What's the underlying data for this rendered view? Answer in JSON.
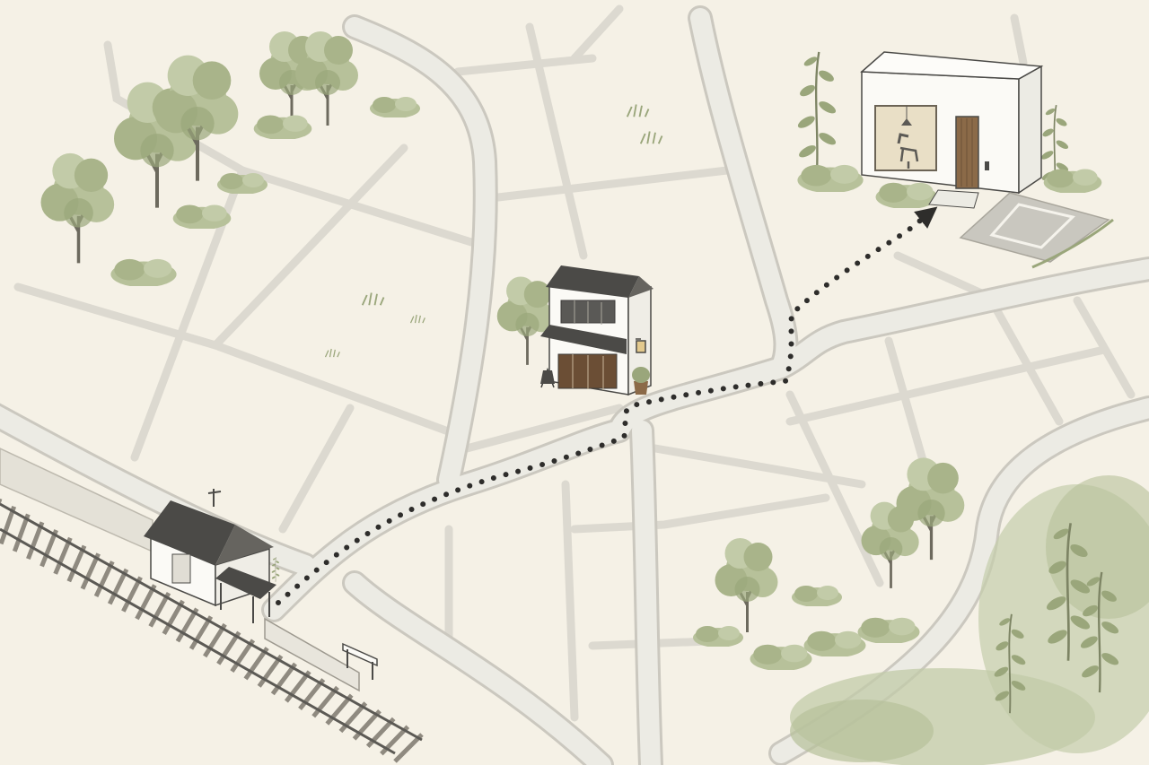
{
  "map": {
    "style": "hand-drawn watercolor illustrated neighborhood map",
    "colors": {
      "paper": "#f5f1e6",
      "road_fill": "#ecebe5",
      "road_edge": "#c9c6bd",
      "street": "#d9d6cd",
      "rail_wood": "#8f8a80",
      "rail_steel": "#5c5a55",
      "foliage": "#b7c19a",
      "foliage_dark": "#9aa67b",
      "trunk": "#6d6a5e",
      "roof": "#4b4a47",
      "wall": "#fbfaf6",
      "wood_door": "#8b6a48",
      "route": "#2e2d2b"
    },
    "landmarks": [
      {
        "id": "train-station",
        "kind": "small wooden station with shelter beside railway"
      },
      {
        "id": "cafe",
        "kind": "two-storey traditional shop with awning and sign board"
      },
      {
        "id": "modern-house",
        "kind": "white cube house with large window, wooden door and parking pad"
      }
    ],
    "route": {
      "from": "train-station",
      "via": "cafe",
      "to": "modern-house",
      "style": "dotted",
      "ends_with": "arrow-icon"
    },
    "icons": [
      "tree-icon",
      "grass-tuft-icon",
      "lamp-icon",
      "potted-plant-icon",
      "sign-board-icon",
      "bench-icon",
      "chair-icon"
    ]
  }
}
